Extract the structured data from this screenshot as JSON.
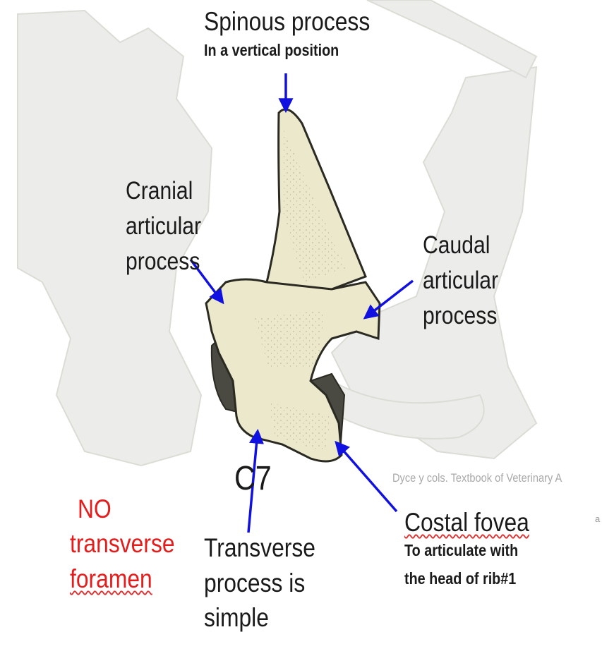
{
  "labels": {
    "spinous_title": "Spinous process",
    "spinous_sub": "In a vertical position",
    "cranial_1": "Cranial",
    "cranial_2": "articular",
    "cranial_3": "process",
    "caudal_1": "Caudal",
    "caudal_2": "articular",
    "caudal_3": "process",
    "vertebra": "C7",
    "no_1": "NO",
    "no_2": "transverse",
    "no_3": "foramen",
    "transverse_1": "Transverse",
    "transverse_2": "process is",
    "transverse_3": "simple",
    "costal_title": "Costal fovea",
    "costal_sub_1": "To articulate with",
    "costal_sub_2": "the head of rib#1",
    "credit": "Dyce y cols. Textbook of Veterinary A",
    "edge_char": "a"
  },
  "colors": {
    "arrow": "#1010e0",
    "bone_fill": "#ece8cc",
    "bone_stroke": "#2b2a22",
    "shadow": "#4a4a42",
    "faded_bone": "#ececea",
    "faded_stroke": "#dcdcd6",
    "warning_text": "#e41c1c"
  }
}
